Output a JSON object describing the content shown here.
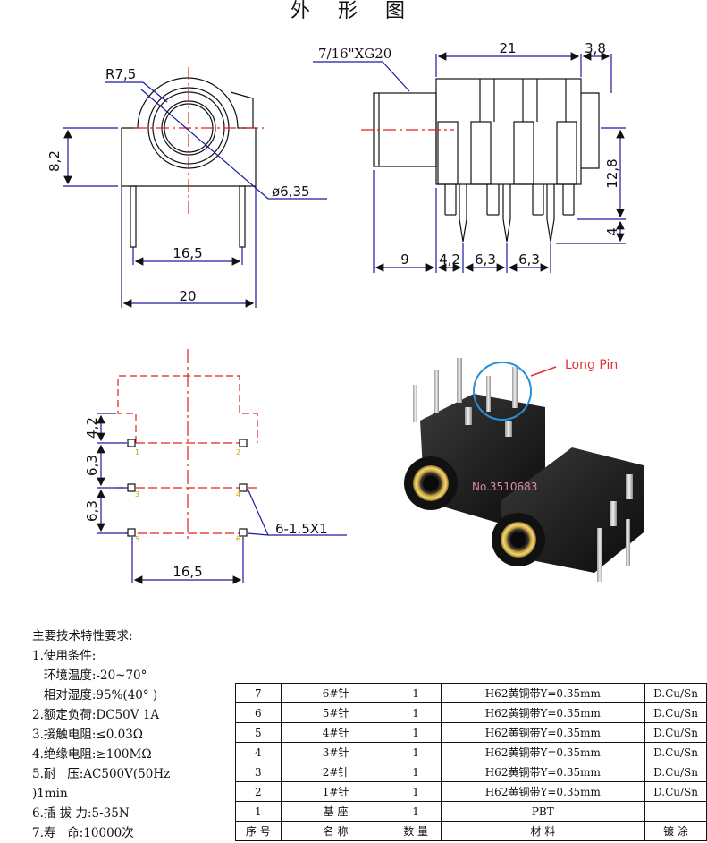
{
  "title": "外 形 图",
  "front_view": {
    "radius_label": "R7,5",
    "height_label": "8,2",
    "diameter_label": "ø6,35",
    "pin_span_label": "16,5",
    "width_label": "20"
  },
  "side_view": {
    "thread_label": "7/16\"XG20",
    "length_label": "21",
    "tip_label": "3,8",
    "body_height_label": "12,8",
    "pin_length_label": "4",
    "nose_label": "9",
    "pin_offset_label": "4,2",
    "pitch1_label": "6,3",
    "pitch2_label": "6,3"
  },
  "pcb_layout": {
    "offset_label": "4,2",
    "pitch1_label": "6,3",
    "pitch2_label": "6,3",
    "hole_label": "6-1.5X1",
    "span_label": "16,5",
    "pad_numbers": [
      "1",
      "2",
      "3",
      "4",
      "5",
      "6"
    ]
  },
  "photo": {
    "callout": "Long Pin",
    "watermark": "No.3510683"
  },
  "specs": {
    "heading": "主要技术特性要求:",
    "lines": [
      "1.使用条件:",
      "   环境温度:-20~70°",
      "   相对湿度:95%(40° )",
      "2.额定负荷:DC50V 1A",
      "3.接触电阻:≤0.03Ω",
      "4.绝缘电阻:≥100MΩ",
      "5.耐   压:AC500V(50Hz",
      ")1min",
      "6.插 拔 力:5-35N",
      "7.寿   命:10000次"
    ]
  },
  "bom": {
    "rows": [
      [
        "7",
        "6#针",
        "1",
        "H62黄铜带Y=0.35mm",
        "D.Cu/Sn"
      ],
      [
        "6",
        "5#针",
        "1",
        "H62黄铜带Y=0.35mm",
        "D.Cu/Sn"
      ],
      [
        "5",
        "4#针",
        "1",
        "H62黄铜带Y=0.35mm",
        "D.Cu/Sn"
      ],
      [
        "4",
        "3#针",
        "1",
        "H62黄铜带Y=0.35mm",
        "D.Cu/Sn"
      ],
      [
        "3",
        "2#针",
        "1",
        "H62黄铜带Y=0.35mm",
        "D.Cu/Sn"
      ],
      [
        "2",
        "1#针",
        "1",
        "H62黄铜带Y=0.35mm",
        "D.Cu/Sn"
      ],
      [
        "1",
        "基   座",
        "1",
        "PBT",
        ""
      ]
    ],
    "header": [
      "序 号",
      "名   称",
      "数 量",
      "材     料",
      "镀 涂"
    ]
  },
  "colors": {
    "line": "#111111",
    "center_line": "#e02020",
    "dim_line": "#1a1aa0",
    "callout": "#e03030",
    "ring": "#2a8ed8"
  }
}
